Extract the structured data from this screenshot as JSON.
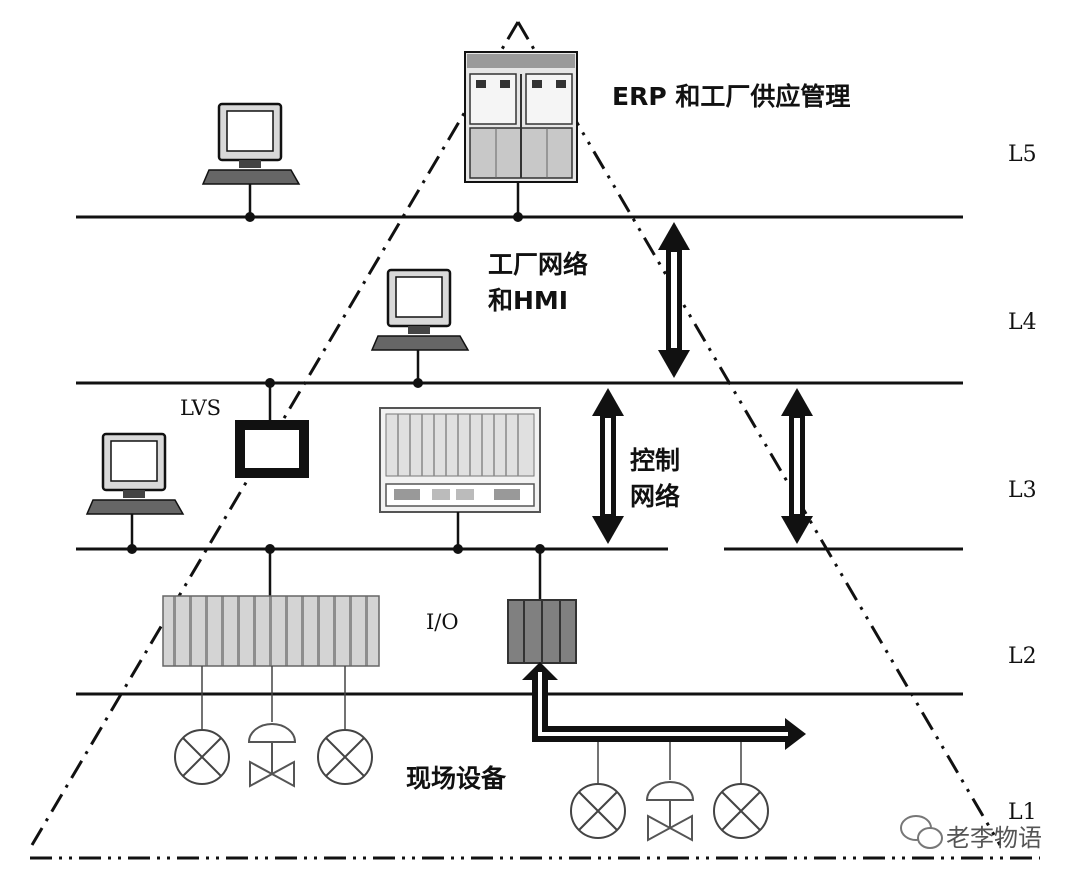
{
  "levels": {
    "l5": "L5",
    "l4": "L4",
    "l3": "L3",
    "l2": "L2",
    "l1": "L1"
  },
  "labels": {
    "erp": "ERP 和工厂供应管理",
    "plant_network_line1": "工厂网络",
    "plant_network_line2": "和HMI",
    "control_network_line1": "控制",
    "control_network_line2": "网络",
    "lvs": "LVS",
    "io": "I/O",
    "field_devices": "现场设备"
  },
  "watermark": {
    "icon": "wechat-icon",
    "text": "老李物语"
  }
}
